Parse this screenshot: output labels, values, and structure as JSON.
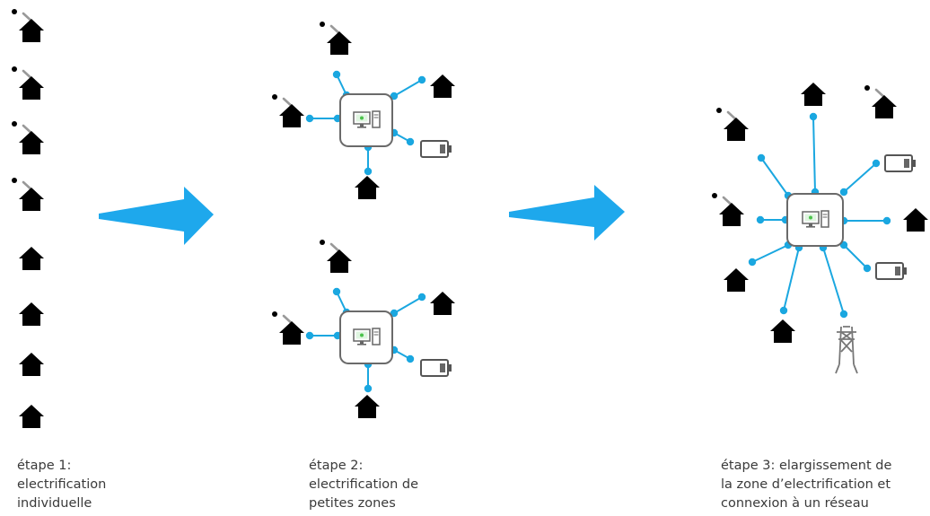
{
  "colors": {
    "accent": "#1aa7e0",
    "arrow": "#1ea8ec",
    "icon": "#666666",
    "text": "#3a3a3a"
  },
  "stages": [
    {
      "lines": [
        "étape 1:",
        "electrification",
        "individuelle"
      ]
    },
    {
      "lines": [
        "étape 2:",
        "electrification de",
        "petites zones"
      ]
    },
    {
      "lines": [
        "étape 3: elargissement  de",
        "la zone d’electrification et",
        "connexion à un réseau"
      ]
    }
  ]
}
